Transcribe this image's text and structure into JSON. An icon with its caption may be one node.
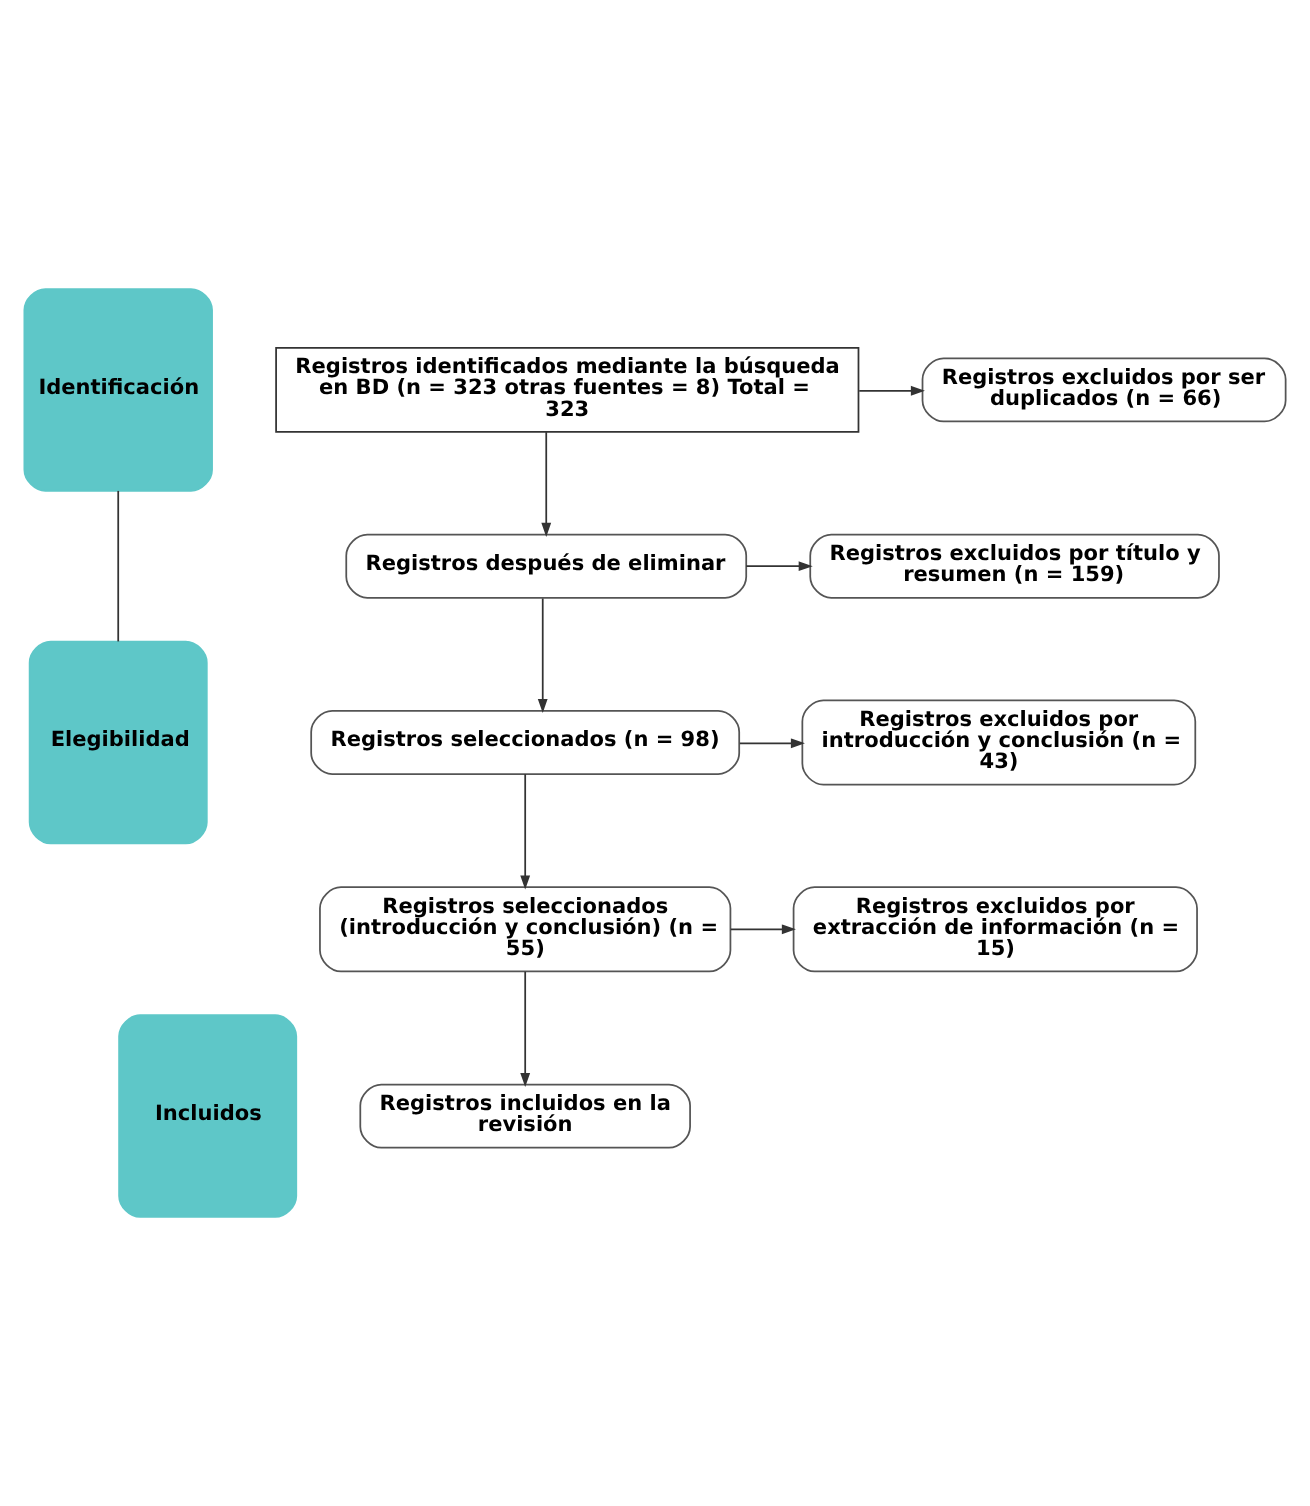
{
  "diagram": {
    "nodes": [
      {
        "text": [
          "Identificación"
        ]
      },
      {
        "text": [
          "Elegibilidad"
        ]
      },
      {
        "text": [
          "Incluidos"
        ]
      },
      {
        "text": [
          "Registros identificados mediante la búsqueda en BD (n = 323 otras fuentes = 8) Total = 323"
        ]
      },
      {
        "text": [
          "Registros excluidos por ser duplicados (n = 66)"
        ]
      },
      {
        "text": [
          "Registros después de eliminar"
        ]
      },
      {
        "text": [
          "Registros excluidos por título y resumen (n = 159)"
        ]
      },
      {
        "text": [
          "Registros seleccionados (n = 98)"
        ]
      },
      {
        "text": [
          "Registros excluidos por introducción y conclusión (n = 43)"
        ]
      },
      {
        "text": [
          "Registros seleccionados (introducción y conclusión) (n = 55)"
        ]
      },
      {
        "text": [
          "Registros excluidos por extracción de información (n = 15)"
        ]
      },
      {
        "text": [
          "Registros incluidos en la revisión"
        ]
      }
    ],
    "edges": [
      {
        "from": 0,
        "to": 1,
        "arrow": "none"
      },
      {
        "from": 3,
        "to": 5,
        "arrow": "to"
      },
      {
        "from": 3,
        "to": 4,
        "arrow": "to"
      },
      {
        "from": 5,
        "to": 7,
        "arrow": "to"
      },
      {
        "from": 5,
        "to": 6,
        "arrow": "to"
      },
      {
        "from": 7,
        "to": 9,
        "arrow": "to"
      },
      {
        "from": 7,
        "to": 8,
        "arrow": "to"
      },
      {
        "from": 9,
        "to": 11,
        "arrow": "to"
      },
      {
        "from": 9,
        "to": 10,
        "arrow": "to"
      }
    ]
  }
}
